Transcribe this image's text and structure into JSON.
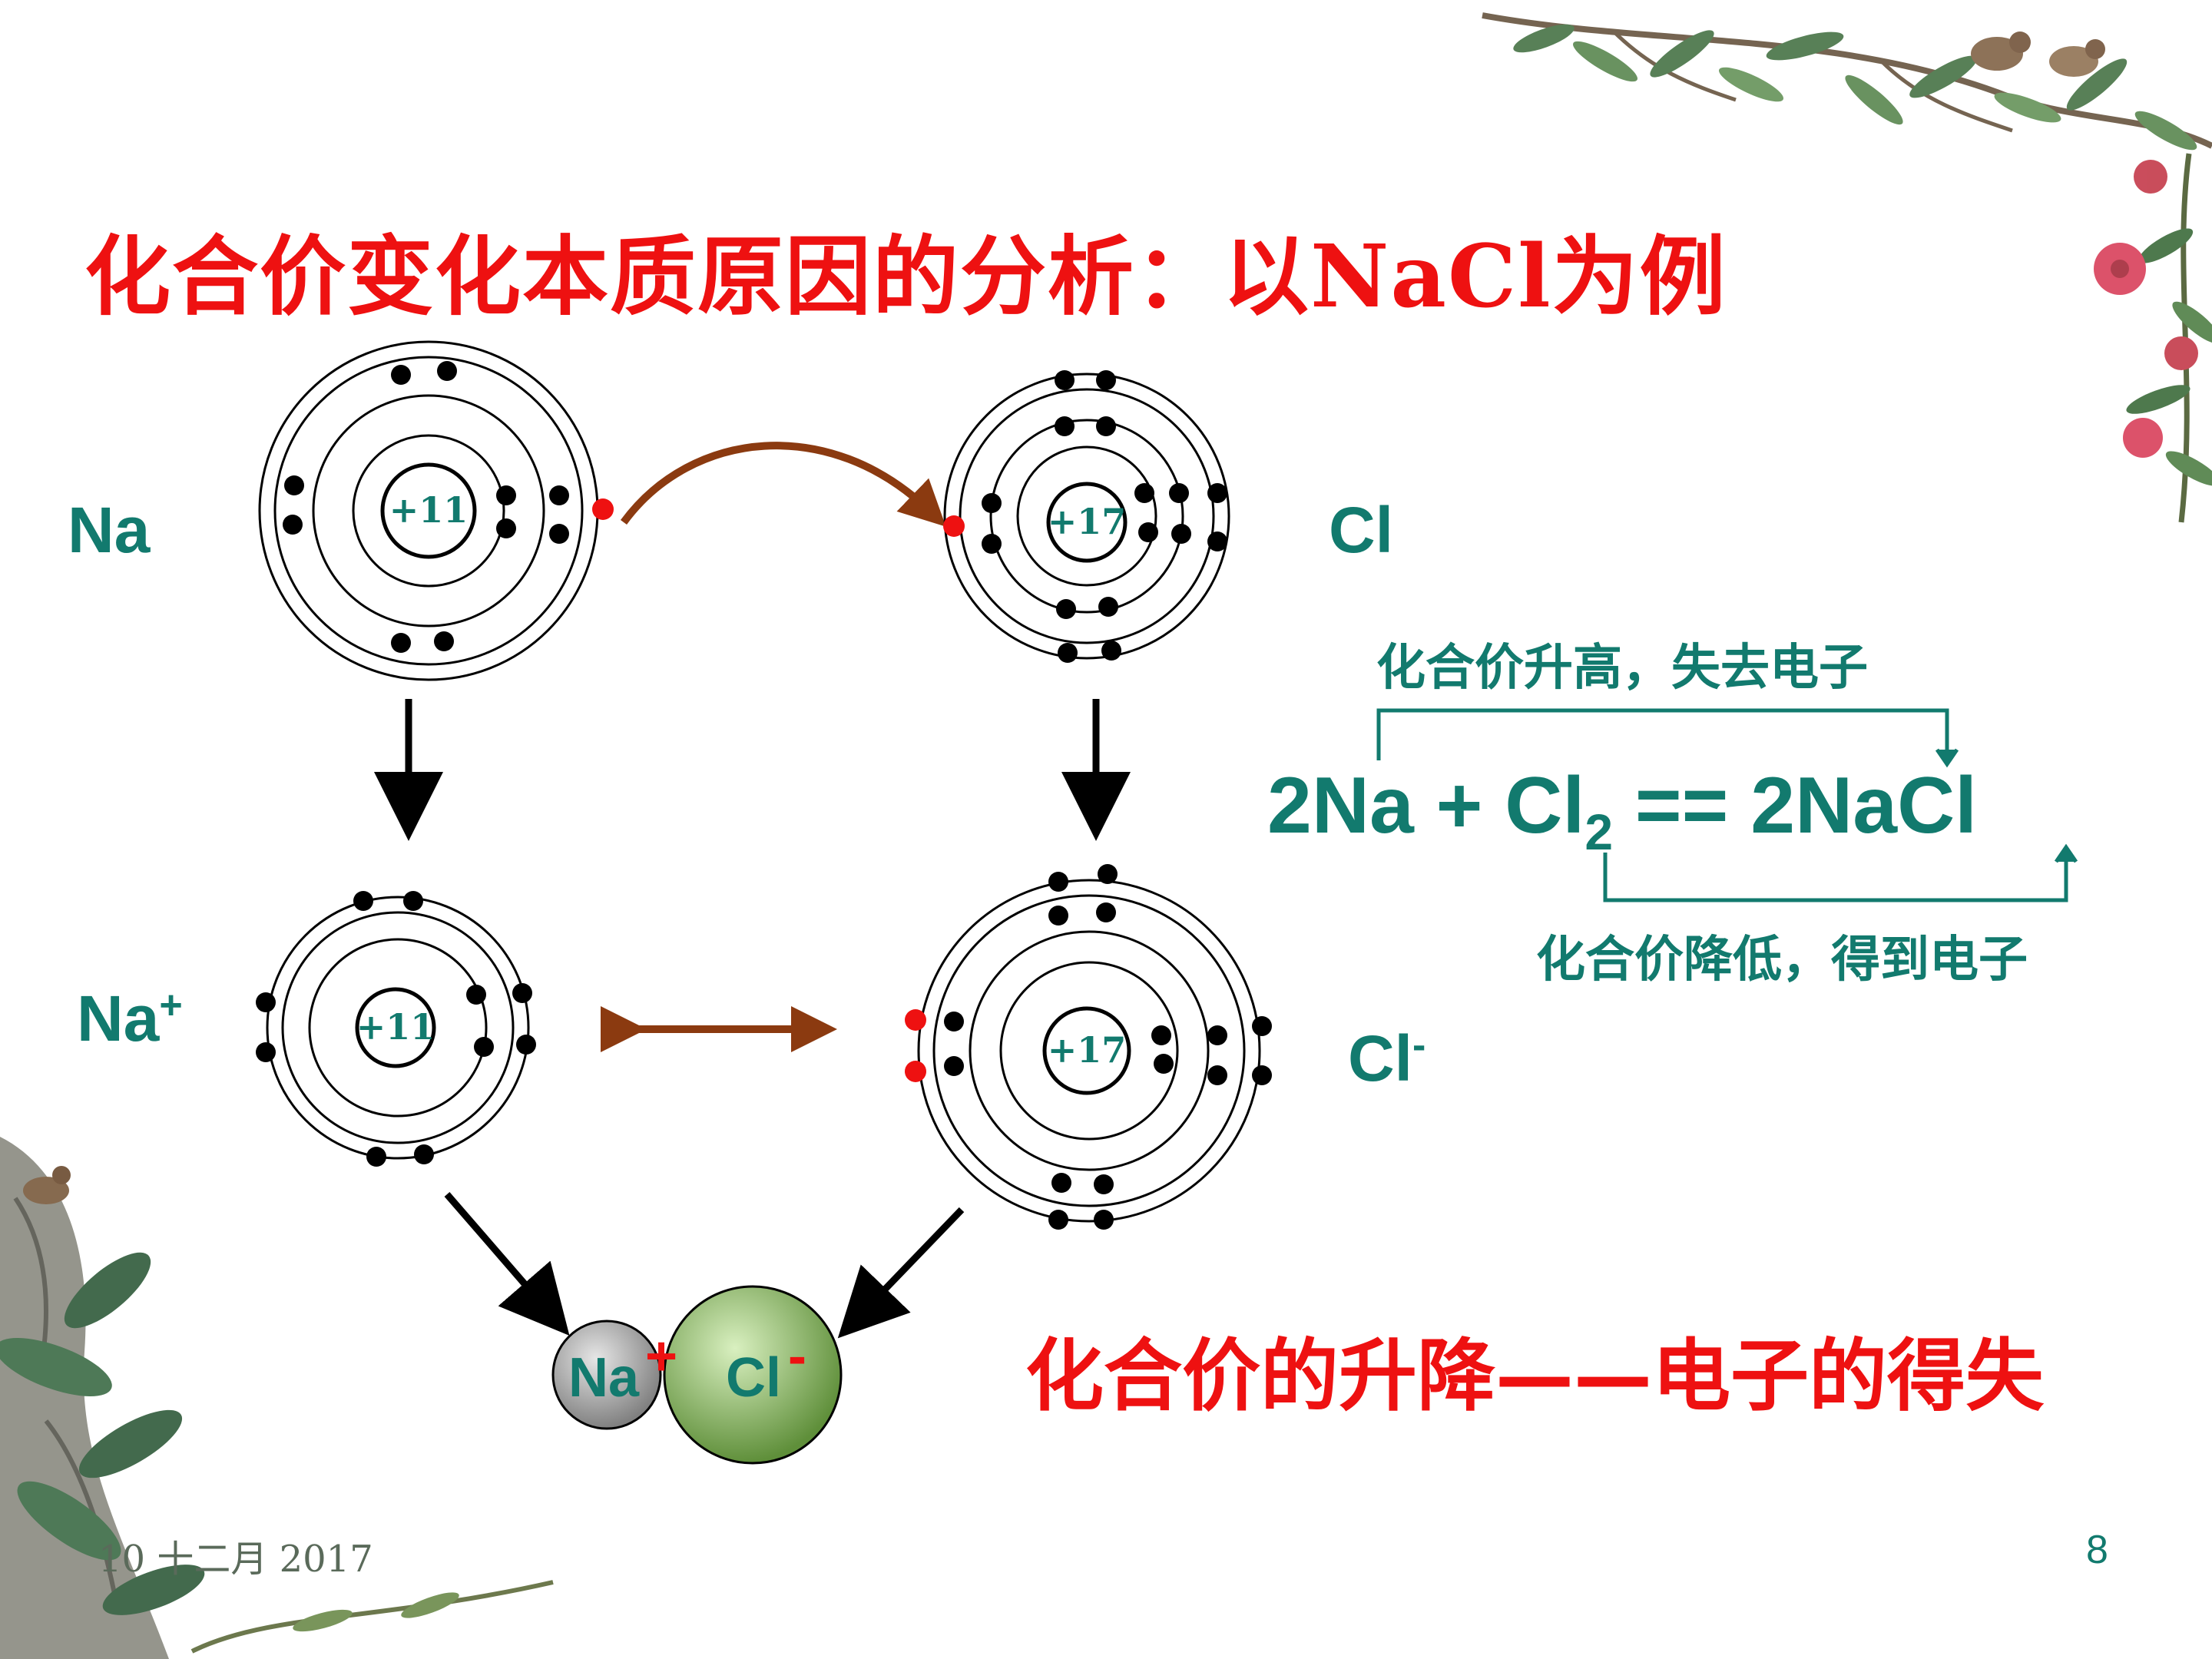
{
  "title": "化合价变化本质原因的分析：以NaCl为例",
  "atoms": {
    "na": {
      "label": "Na",
      "nucleus": "+11"
    },
    "cl": {
      "label": "Cl",
      "nucleus": "+17"
    },
    "na_ion": {
      "label": "Na",
      "charge": "+",
      "nucleus": "+11"
    },
    "cl_ion": {
      "label": "Cl",
      "charge": "-",
      "nucleus": "+17"
    }
  },
  "equation": {
    "left": "2Na + Cl",
    "subscript": "2",
    "right": " == 2NaCl",
    "upper_note": "化合价升高，失去电子",
    "lower_note": "化合价降低，得到电子"
  },
  "product": {
    "na_label": "Na",
    "na_charge": "+",
    "cl_label": "Cl",
    "cl_charge": "-"
  },
  "summary": "化合价的升降——电子的得失",
  "footer": {
    "date": "10 十二月 2017",
    "page": "8"
  },
  "colors": {
    "title": "#ee1111",
    "teal": "#127a6e",
    "transfer_arrow": "#8b3a10",
    "electron": "#000000",
    "transferred_electron": "#ee1111"
  },
  "icons": [
    "branch-decoration-icon",
    "flower-decoration-icon",
    "rock-plant-decoration-icon"
  ]
}
